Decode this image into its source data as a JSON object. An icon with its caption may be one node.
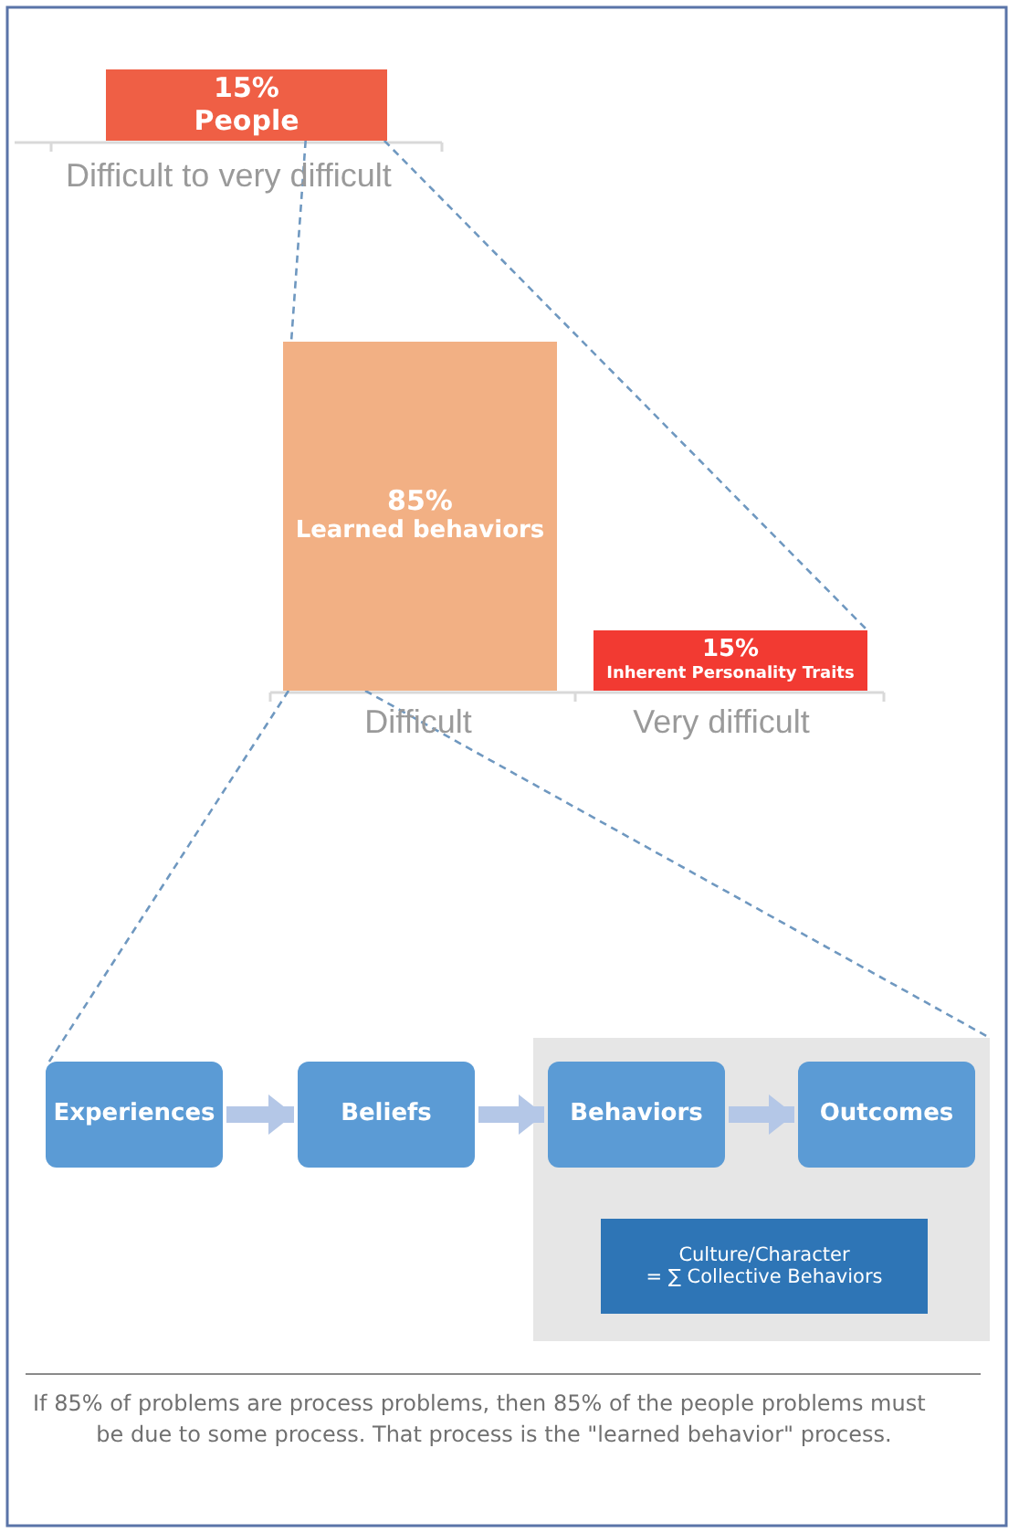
{
  "diagram": {
    "caption": "If 85% of problems are process problems, then 85% of the people problems must be due to some process. That process is the \"learned behavior\" process.",
    "nodes": [
      {
        "text": [
          "15%",
          "People"
        ]
      },
      {
        "text": [
          "85%",
          "Learned behaviors"
        ]
      },
      {
        "text": [
          "15%",
          "Inherent Personality Traits"
        ]
      },
      {
        "text": [
          "Experiences"
        ]
      },
      {
        "text": [
          "Beliefs"
        ]
      },
      {
        "text": [],
        "shape": "box"
      },
      {
        "text": [
          "Behaviors"
        ],
        "in": 5
      },
      {
        "text": [
          "Outcomes"
        ],
        "in": 5
      },
      {
        "text": [
          "Culture/Character",
          "= ∑ Collective Behaviors"
        ],
        "in": 5
      }
    ],
    "edges": [
      {
        "from": 0,
        "to": 1,
        "arrow": "none",
        "style": "dashed"
      },
      {
        "from": 0,
        "to": 2,
        "arrow": "none",
        "style": "dashed"
      },
      {
        "from": 1,
        "to": 3,
        "arrow": "none",
        "style": "dashed"
      },
      {
        "from": 1,
        "to": 5,
        "arrow": "none",
        "style": "dashed"
      },
      {
        "from": 3,
        "to": 4,
        "arrow": "to",
        "style": "thick",
        "color": "#b4c7e7"
      },
      {
        "from": 4,
        "to": 6,
        "arrow": "to",
        "style": "thick",
        "color": "#b4c7e7"
      },
      {
        "from": 6,
        "to": 7,
        "arrow": "to",
        "style": "thick",
        "color": "#b4c7e7"
      }
    ],
    "labels": [
      "Difficult to very difficult",
      "Difficult",
      "Very difficult"
    ]
  }
}
